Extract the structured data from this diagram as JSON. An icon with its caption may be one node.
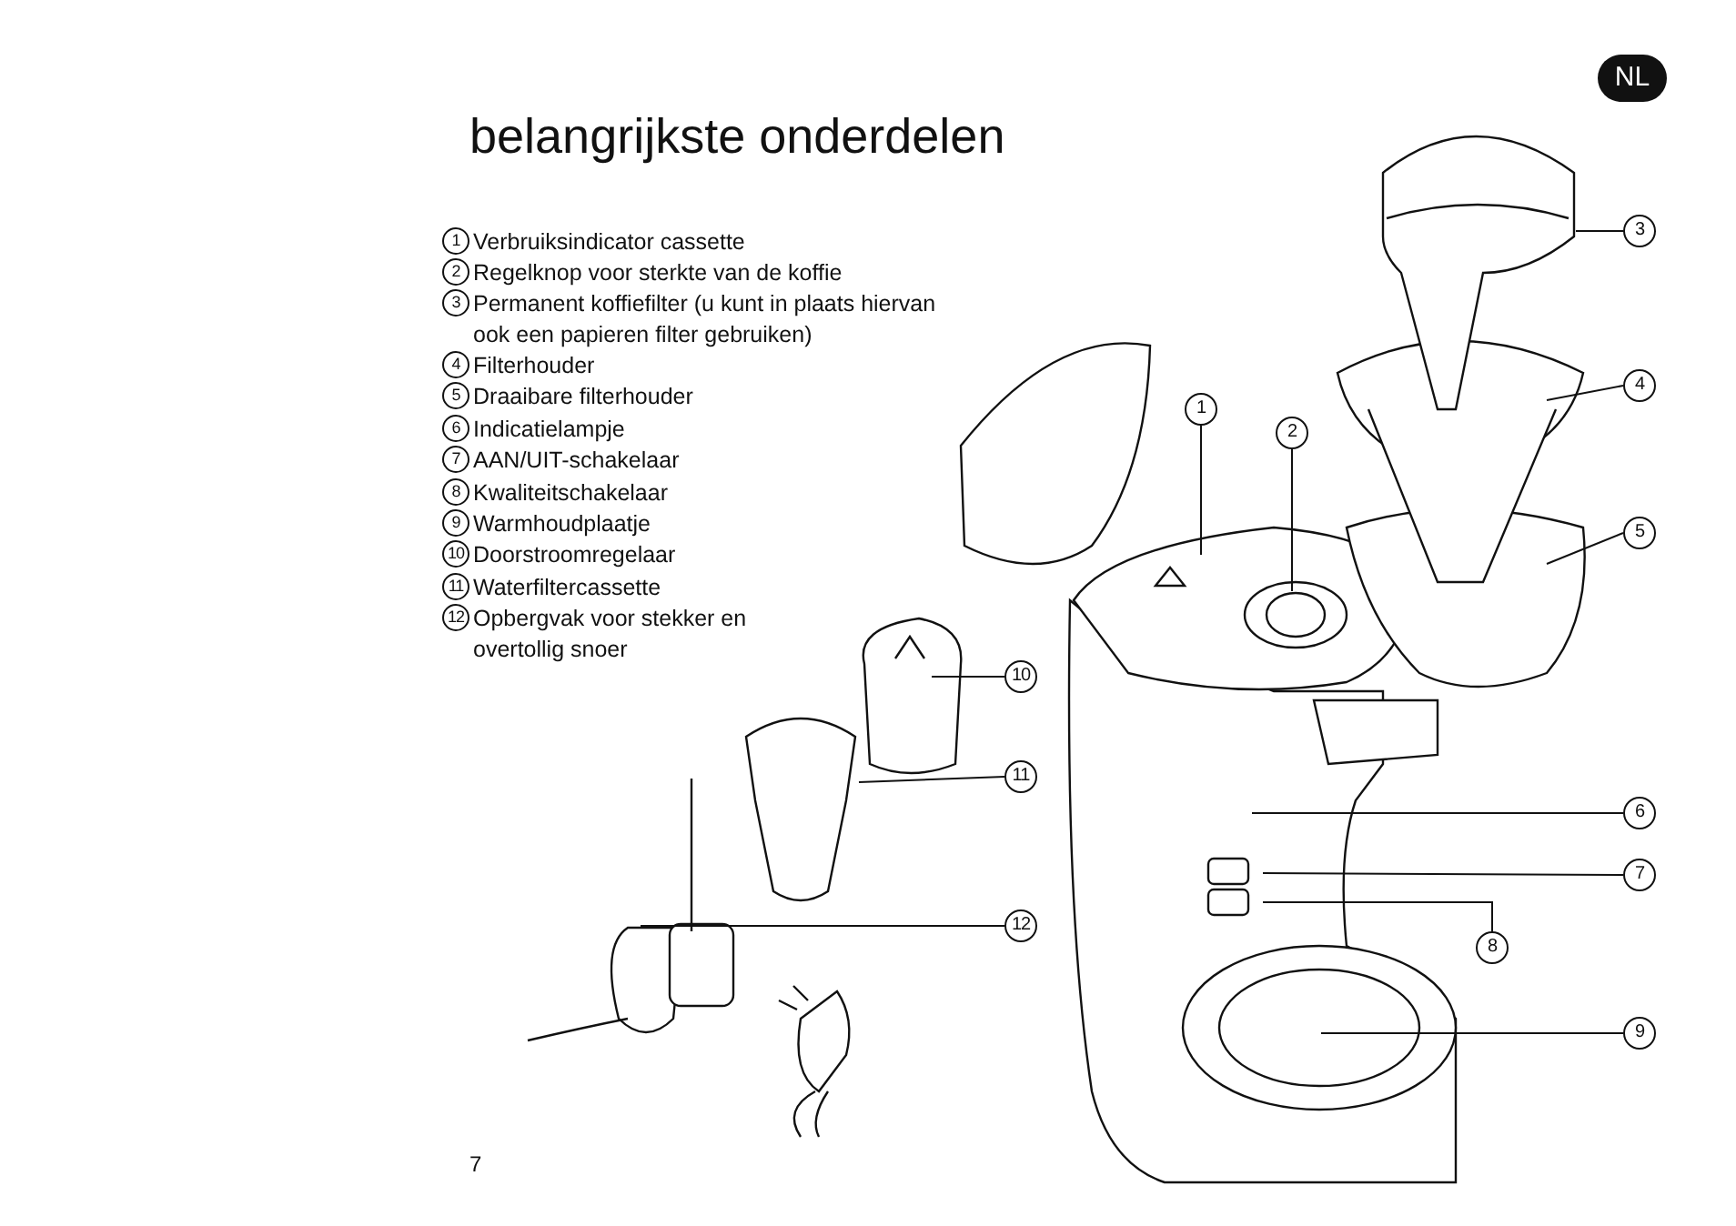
{
  "diagram": {
    "title": "belangrijkste onderdelen",
    "nodes": [
      {
        "text": [
          "1"
        ]
      },
      {
        "text": [
          "2"
        ]
      },
      {
        "text": [
          "3"
        ]
      },
      {
        "text": [
          "4"
        ]
      },
      {
        "text": [
          "5"
        ]
      },
      {
        "text": [
          "6"
        ]
      },
      {
        "text": [
          "7"
        ]
      },
      {
        "text": [
          "8"
        ]
      },
      {
        "text": [
          "9"
        ]
      },
      {
        "text": [
          "10"
        ]
      },
      {
        "text": [
          "11"
        ]
      },
      {
        "text": [
          "12"
        ]
      }
    ],
    "edges": [
      {
        "from": 0,
        "to": null,
        "arrow": "none"
      },
      {
        "from": 1,
        "to": null,
        "arrow": "none"
      },
      {
        "from": 2,
        "to": null,
        "arrow": "none"
      },
      {
        "from": 3,
        "to": null,
        "arrow": "none"
      },
      {
        "from": 4,
        "to": null,
        "arrow": "none"
      },
      {
        "from": 5,
        "to": null,
        "arrow": "none"
      },
      {
        "from": 6,
        "to": null,
        "arrow": "none"
      },
      {
        "from": 7,
        "to": null,
        "arrow": "none"
      },
      {
        "from": 8,
        "to": null,
        "arrow": "none"
      },
      {
        "from": 9,
        "to": null,
        "arrow": "none"
      },
      {
        "from": 10,
        "to": null,
        "arrow": "none"
      },
      {
        "from": 11,
        "to": null,
        "arrow": "none"
      }
    ],
    "labels": [
      "NL",
      "1",
      "Verbruiksindicator cassette",
      "2",
      "Regelknop voor sterkte van de koffie",
      "3",
      "Permanent koffiefilter (u kunt in plaats hiervan ook een papieren filter gebruiken)",
      "4",
      "Filterhouder",
      "5",
      "Draaibare filterhouder",
      "6",
      "Indicatielampje",
      "7",
      "AAN/UIT-schakelaar",
      "8",
      "Kwaliteitschakelaar",
      "9",
      "Warmhoudplaatje",
      "10",
      "Doorstroomregelaar",
      "11",
      "Waterfiltercassette",
      "12",
      "Opbergvak voor stekker en overtollig snoer",
      "7"
    ]
  }
}
